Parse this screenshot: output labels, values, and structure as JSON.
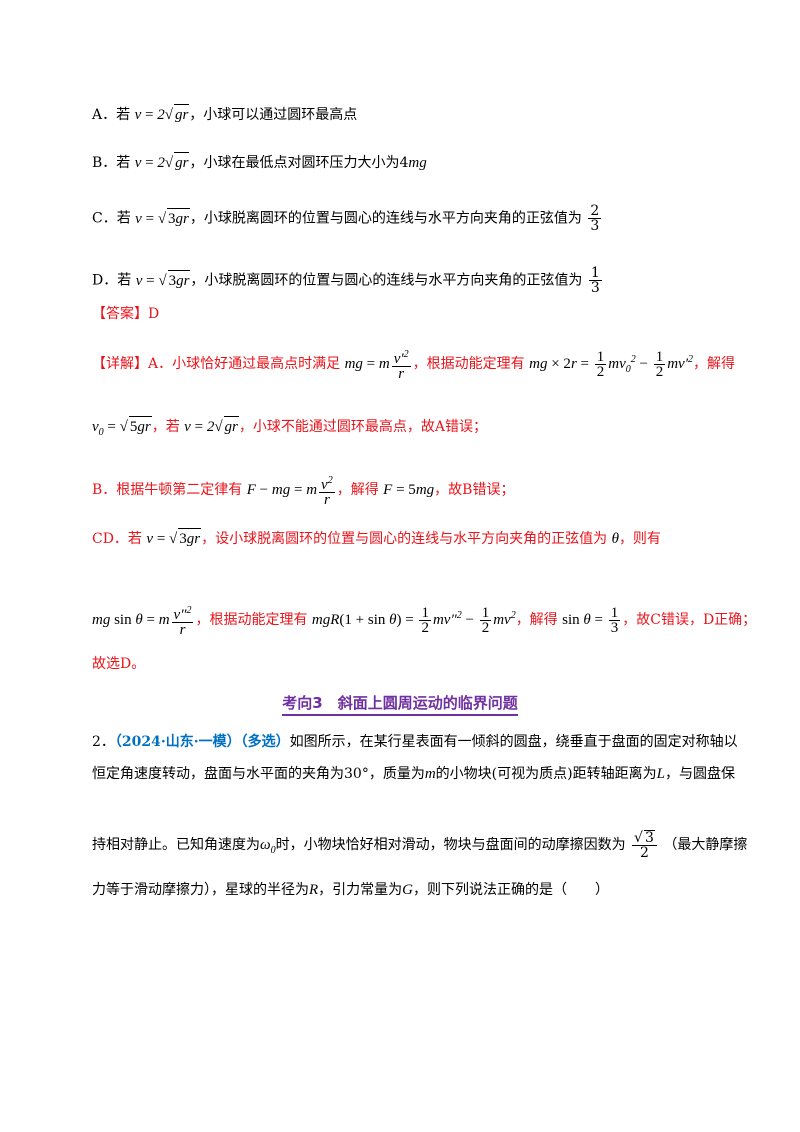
{
  "options": {
    "a": {
      "label": "A．",
      "pre": "若",
      "text": "，小球可以通过圆环最高点"
    },
    "b": {
      "label": "B．",
      "pre": "若",
      "text": "，小球在最低点对圆环压力大小为4"
    },
    "c": {
      "label": "C．",
      "pre": "若",
      "text": "，小球脱离圆环的位置与圆心的连线与水平方向夹角的正弦值为"
    },
    "d": {
      "label": "D．",
      "pre": "若",
      "text": "，小球脱离圆环的位置与圆心的连线与水平方向夹角的正弦值为"
    }
  },
  "answer": "【答案】D",
  "detail": {
    "p1_a": "【详解】A．小球恰好通过最高点时满足",
    "p1_b": "，根据动能定理有",
    "p1_c": "，解得",
    "p2_a": "，若",
    "p2_b": "，小球不能通过圆环最高点，故A错误；",
    "p3_a": "B．根据牛顿第二定律有",
    "p3_b": "，解得",
    "p3_c": "，故B错误；",
    "p4_a": "CD．若",
    "p4_b": "，设小球脱离圆环的位置与圆心的连线与水平方向夹角的正弦值为",
    "p4_c": "，则有",
    "p5_a": "，根据动能定理有",
    "p5_b": "，解得",
    "p5_c": "，故C错误，D正确；",
    "p6": "故选D。"
  },
  "section_heading": "考向3　斜面上圆周运动的临界问题",
  "question": {
    "number": "2．",
    "source": "（2024·山东·一模）",
    "type": "（多选）",
    "l1": "如图所示，在某行星表面有一倾斜的圆盘，绕垂直于盘面的固定对称轴以",
    "l2_a": "恒定角速度转动，盘面与水平面的夹角为30°，质量为",
    "l2_b": "的小物块(可视为质点)距转轴距离为",
    "l2_c": "，与圆盘保",
    "l3_a": "持相对静止。已知角速度为",
    "l3_b": "时，小物块恰好相对滑动，物块与盘面间的动摩擦因数为",
    "l3_c": "（最大静摩擦",
    "l4_a": "力等于滑动摩擦力），星球的半径为",
    "l4_b": "，引力常量为",
    "l4_c": "，则下列说法正确的是（　　）"
  }
}
